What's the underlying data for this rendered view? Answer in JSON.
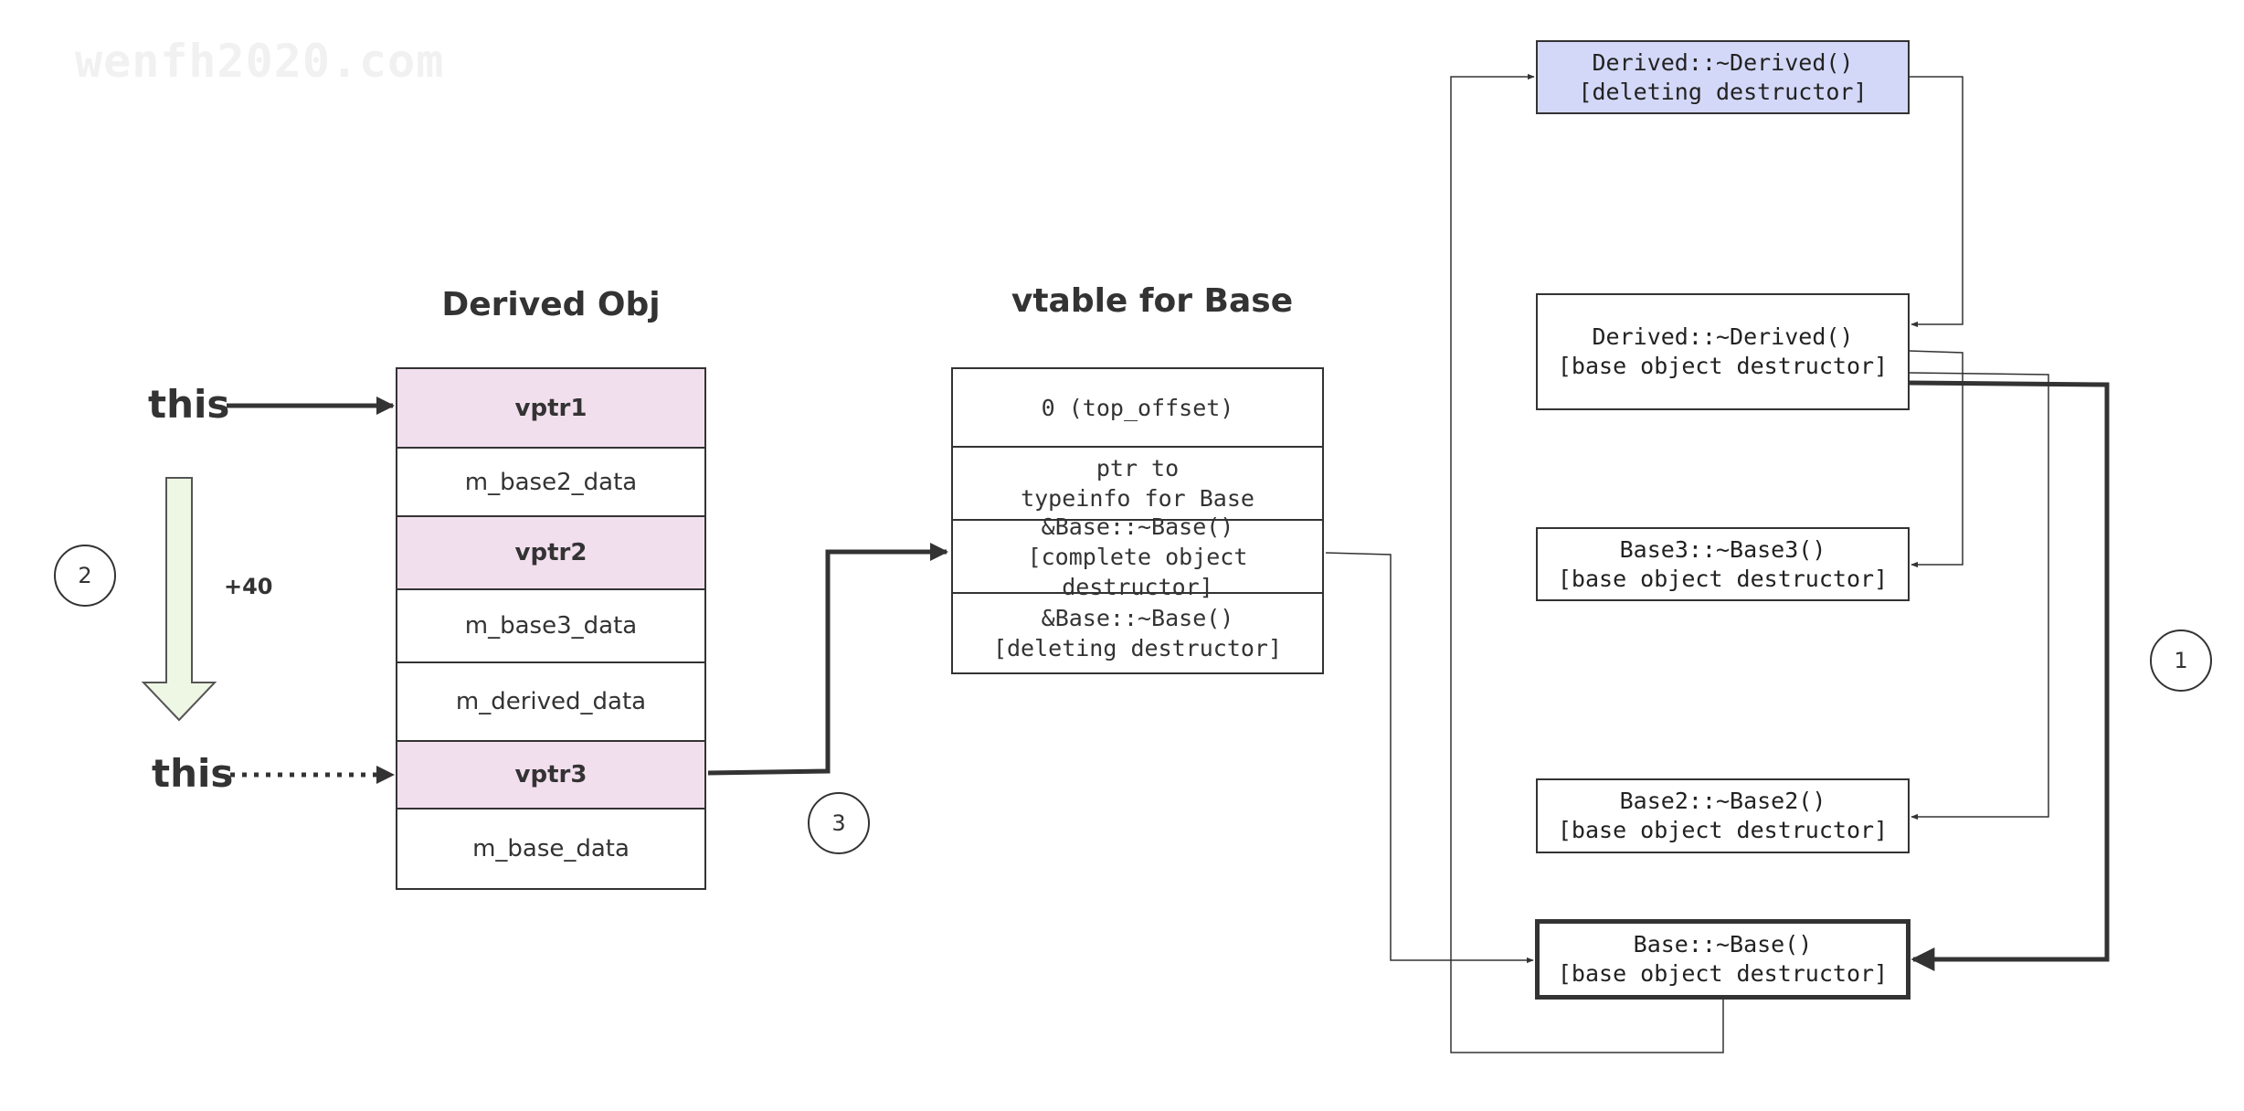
{
  "watermark": "wenfh2020.com",
  "derived_obj": {
    "title": "Derived Obj",
    "cells": [
      "vptr1",
      "m_base2_data",
      "vptr2",
      "m_base3_data",
      "m_derived_data",
      "vptr3",
      "m_base_data"
    ]
  },
  "vtable": {
    "title": "vtable for Base",
    "entries": [
      {
        "line1": "0 (top_offset)",
        "line2": ""
      },
      {
        "line1": "ptr to",
        "line2": "typeinfo for Base"
      },
      {
        "line1": "&Base::~Base()",
        "line2": "[complete object destructor]"
      },
      {
        "line1": "&Base::~Base()",
        "line2": "[deleting destructor]"
      }
    ]
  },
  "functions": [
    {
      "line1": "Derived::~Derived()",
      "line2": "[deleting destructor]"
    },
    {
      "line1": "Derived::~Derived()",
      "line2": "[base object destructor]"
    },
    {
      "line1": "Base3::~Base3()",
      "line2": "[base object destructor]"
    },
    {
      "line1": "Base2::~Base2()",
      "line2": "[base object destructor]"
    },
    {
      "line1": "Base::~Base()",
      "line2": "[base object destructor]"
    }
  ],
  "labels": {
    "this_top": "this",
    "this_bottom": "this",
    "offset": "+40"
  },
  "steps": [
    "1",
    "2",
    "3"
  ],
  "colors": {
    "vptr_fill": "#f2dfee",
    "deleting_dtor_fill": "#d4d8f8",
    "offset_arrow_fill": "#eef7e4"
  }
}
